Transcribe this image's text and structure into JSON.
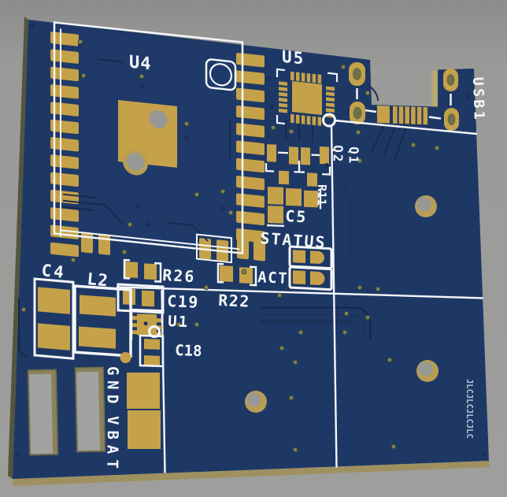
{
  "board": {
    "type": "PCB 3D render, top view on grey background",
    "colors": {
      "background": "#9b9b9b",
      "solder_mask": "#1e3866",
      "pad_gold": "#c5a249",
      "silkscreen": "#f4f6f8",
      "board_edge_side": "#a3945f",
      "via_tent": "#7b8557"
    },
    "silkscreen_labels": {
      "u4": "U4",
      "u5": "U5",
      "usb1": "USB1",
      "q2": "Q2",
      "q1": "Q1",
      "r11": "R11",
      "c5": "C5",
      "status": "STATUS",
      "act": "ACT",
      "r22": "R22",
      "r26": "R26",
      "c19": "C19",
      "u1": "U1",
      "c18": "C18",
      "c4": "C4",
      "l2": "L2",
      "gnd": "GND",
      "vbat": "VBAT"
    },
    "watermark": "JLCJLCJLCJLC"
  }
}
